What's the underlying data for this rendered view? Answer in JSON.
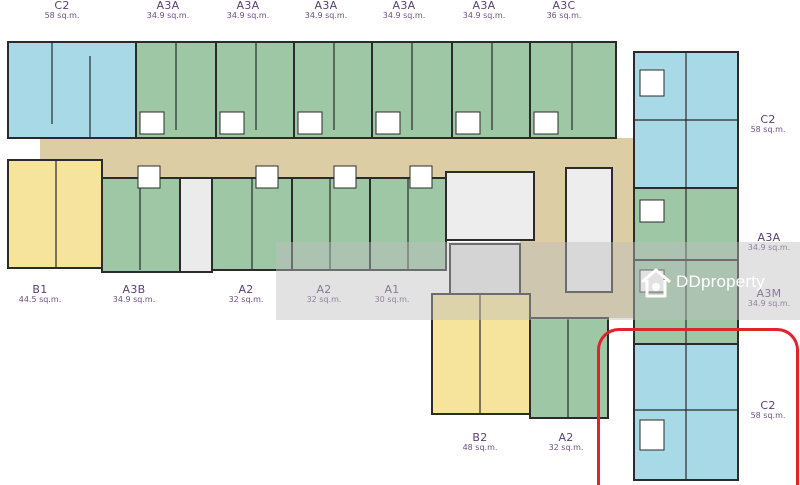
{
  "watermark": {
    "text": "DDproperty"
  },
  "colors": {
    "green": "#9ec7a6",
    "blue": "#a7dae6",
    "yellow": "#f6e39c",
    "corridor": "#dccda4",
    "wall": "#2b2b2b",
    "highlight": "#e0242b",
    "label": "#5b3f74"
  },
  "units": {
    "c2_top_left": {
      "code": "C2",
      "area": "58 sq.m."
    },
    "a3a_1": {
      "code": "A3A",
      "area": "34.9 sq.m."
    },
    "a3a_2": {
      "code": "A3A",
      "area": "34.9 sq.m."
    },
    "a3a_3": {
      "code": "A3A",
      "area": "34.9 sq.m."
    },
    "a3a_4": {
      "code": "A3A",
      "area": "34.9 sq.m."
    },
    "a3a_5": {
      "code": "A3A",
      "area": "34.9 sq.m."
    },
    "a3c": {
      "code": "A3C",
      "area": "36 sq.m."
    },
    "c2_right_top": {
      "code": "C2",
      "area": "58 sq.m."
    },
    "b1": {
      "code": "B1",
      "area": "44.5 sq.m."
    },
    "a3b": {
      "code": "A3B",
      "area": "34.9 sq.m."
    },
    "a2_1": {
      "code": "A2",
      "area": "32 sq.m."
    },
    "a2_2": {
      "code": "A2",
      "area": "32 sq.m."
    },
    "a1": {
      "code": "A1",
      "area": "30 sq.m."
    },
    "a3a_right": {
      "code": "A3A",
      "area": "34.9 sq.m."
    },
    "a3m": {
      "code": "A3M",
      "area": "34.9 sq.m."
    },
    "b2": {
      "code": "B2",
      "area": "48 sq.m."
    },
    "a2_3": {
      "code": "A2",
      "area": "32 sq.m."
    },
    "c2_right_bottom": {
      "code": "C2",
      "area": "58 sq.m."
    }
  }
}
